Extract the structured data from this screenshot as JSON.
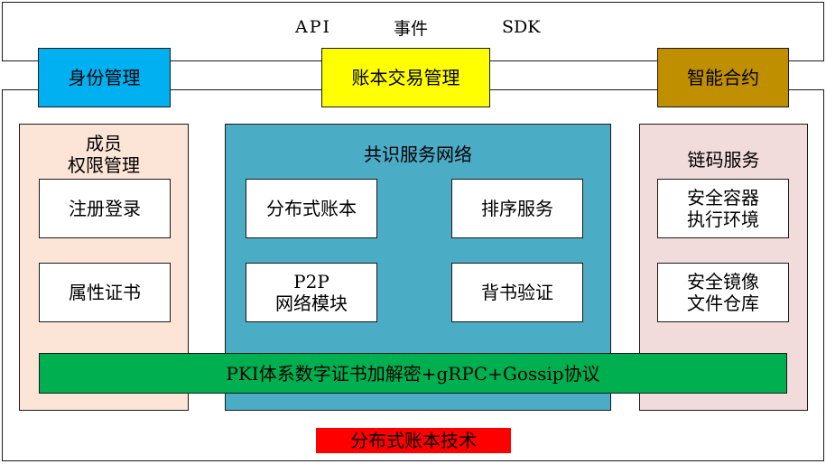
{
  "top_bar": {
    "items": [
      "API",
      "事件",
      "SDK"
    ]
  },
  "tabs": {
    "identity": "身份管理",
    "ledger": "账本交易管理",
    "contract": "智能合约"
  },
  "left_panel": {
    "title_lines": [
      "成员",
      "权限管理"
    ],
    "items": [
      "注册登录",
      "属性证书"
    ]
  },
  "center_panel": {
    "title": "共识服务网络",
    "items": {
      "distributed_ledger": "分布式账本",
      "ordering": "排序服务",
      "p2p_lines": [
        "P2P",
        "网络模块"
      ],
      "endorsement": "背书验证"
    }
  },
  "right_panel": {
    "title": "链码服务",
    "items": [
      [
        "安全容器",
        "执行环境"
      ],
      [
        "安全镜像",
        "文件仓库"
      ]
    ]
  },
  "protocol_bar": "PKI体系数字证书加解密+gRPC+Gossip协议",
  "footer_label": "分布式账本技术",
  "colors": {
    "identity_tab": "#00b0f0",
    "ledger_tab": "#ffff00",
    "contract_tab": "#bf8f00",
    "left_panel": "#fce4d6",
    "center_panel": "#4bacc6",
    "right_panel": "#f2dcdb",
    "protocol_bar": "#00b050",
    "footer": "#ff0000"
  }
}
